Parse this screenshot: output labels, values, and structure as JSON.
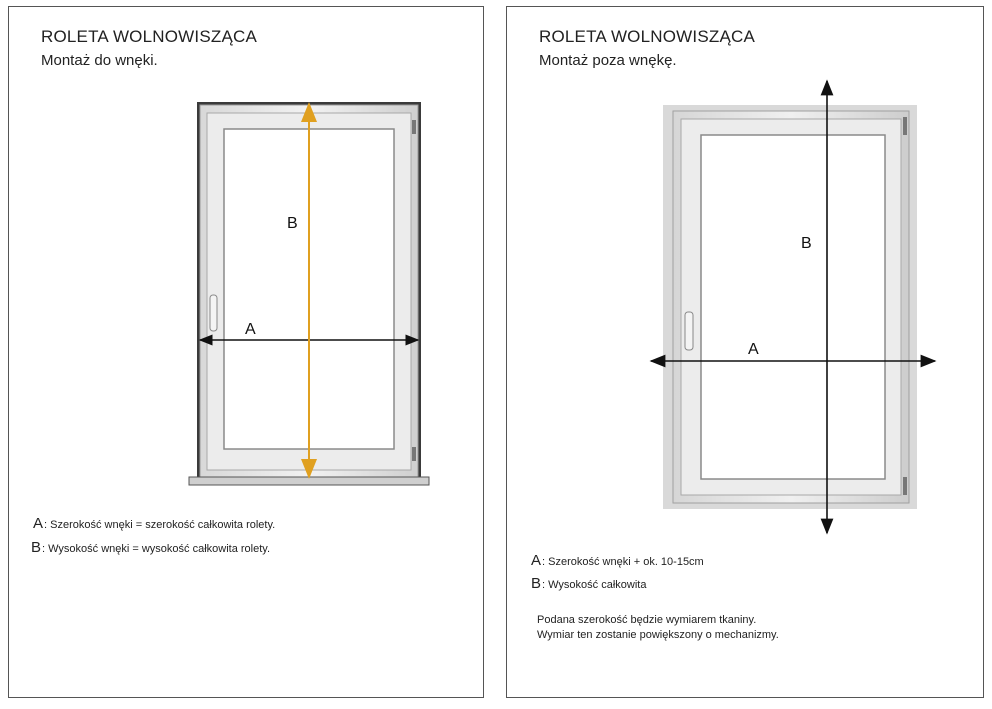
{
  "left": {
    "title": "ROLETA WOLNOWISZĄCA",
    "subtitle": "Montaż do wnęki.",
    "label_a": "A",
    "label_b": "B",
    "note_a_key": "A",
    "note_a_text": ": Szerokość wnęki = szerokość całkowita rolety.",
    "note_b_key": "B",
    "note_b_text": ": Wysokość wnęki = wysokość całkowita rolety.",
    "height_arrow_color": "#e0a020"
  },
  "right": {
    "title": "ROLETA WOLNOWISZĄCA",
    "subtitle": "Montaż poza wnękę.",
    "label_a": "A",
    "label_b": "B",
    "note_a_key": "A",
    "note_a_text": ": Szerokość wnęki + ok. 10-15cm",
    "note_b_key": "B",
    "note_b_text": ": Wysokość całkowita",
    "para_line1": "Podana szerokość będzie wymiarem tkaniny.",
    "para_line2": "Wymiar ten zostanie powiększony o mechanizmy."
  }
}
